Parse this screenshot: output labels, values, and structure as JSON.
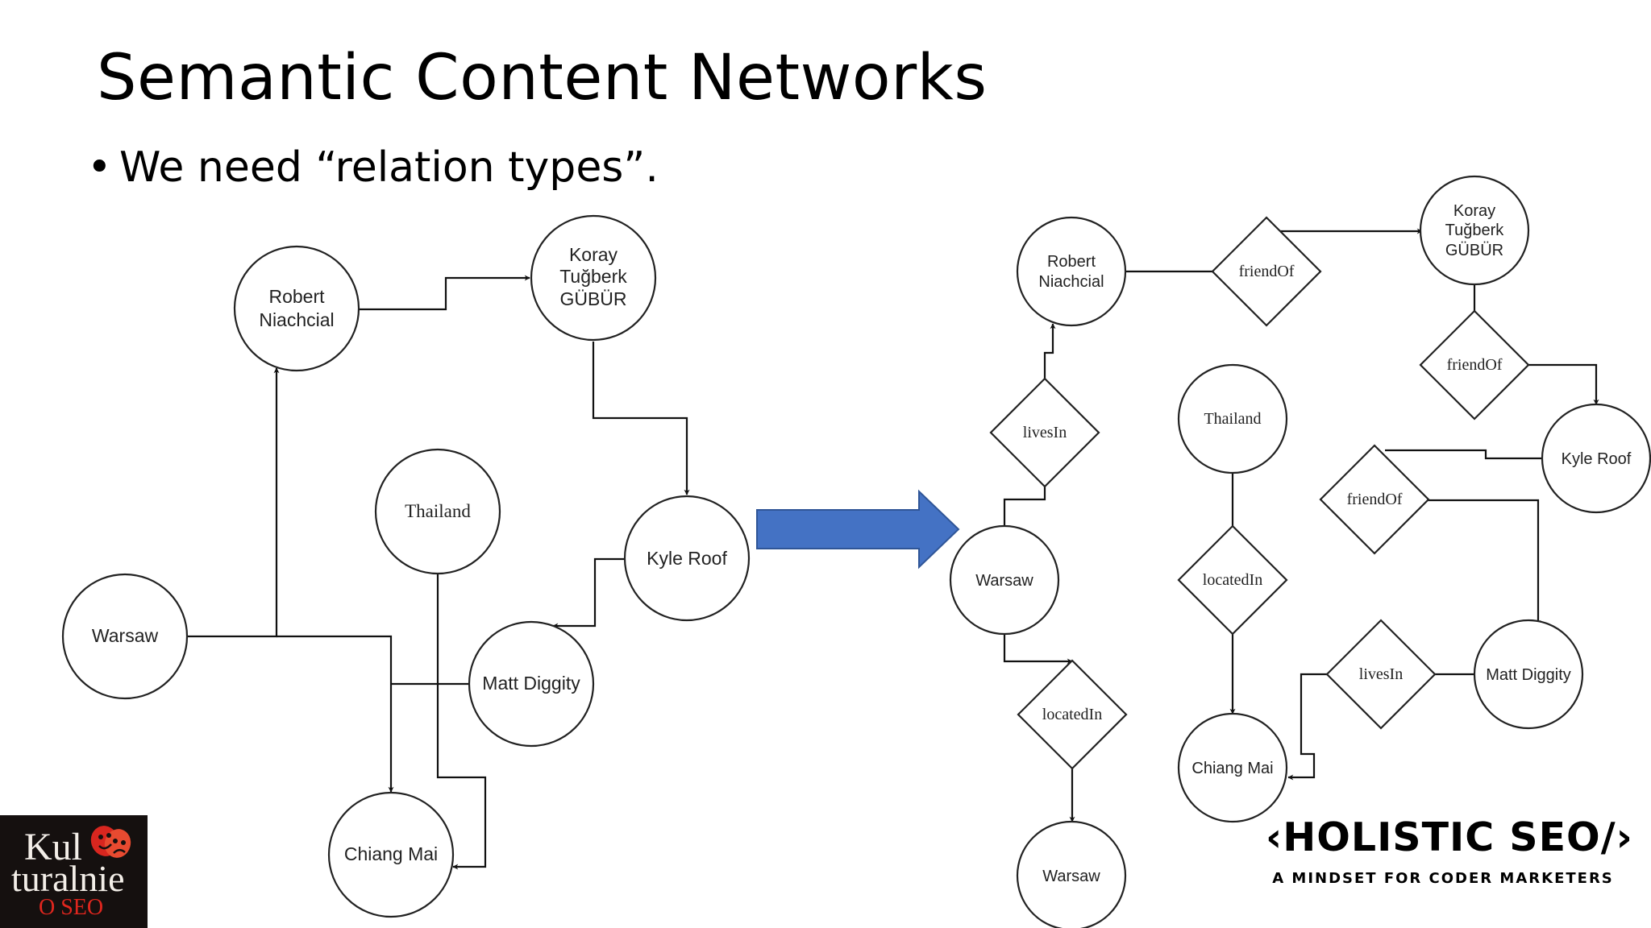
{
  "slide": {
    "title": "Semantic Content Networks",
    "bullet": "We need “relation types”."
  },
  "left_graph": {
    "nodes": [
      {
        "id": "robert",
        "lines": [
          "Robert",
          "Niachcial"
        ]
      },
      {
        "id": "koray",
        "lines": [
          "Koray",
          "Tuğberk",
          "GÜBÜR"
        ]
      },
      {
        "id": "kyle",
        "lines": [
          "Kyle Roof"
        ]
      },
      {
        "id": "thailand",
        "lines": [
          "Thailand"
        ]
      },
      {
        "id": "warsaw",
        "lines": [
          "Warsaw"
        ]
      },
      {
        "id": "matt",
        "lines": [
          "Matt Diggity"
        ]
      },
      {
        "id": "chiangmai",
        "lines": [
          "Chiang Mai"
        ]
      }
    ]
  },
  "transition_arrow": {
    "color": "#4472c4"
  },
  "right_graph": {
    "nodes": [
      {
        "id": "robert",
        "lines": [
          "Robert",
          "Niachcial"
        ]
      },
      {
        "id": "koray",
        "lines": [
          "Koray",
          "Tuğberk",
          "GÜBÜR"
        ]
      },
      {
        "id": "thailand",
        "lines": [
          "Thailand"
        ]
      },
      {
        "id": "kyle",
        "lines": [
          "Kyle Roof"
        ]
      },
      {
        "id": "warsaw",
        "lines": [
          "Warsaw"
        ]
      },
      {
        "id": "matt",
        "lines": [
          "Matt Diggity"
        ]
      },
      {
        "id": "chiangmai",
        "lines": [
          "Chiang Mai"
        ]
      },
      {
        "id": "warsaw2",
        "lines": [
          "Warsaw"
        ]
      }
    ],
    "relations": [
      {
        "id": "r_friend1",
        "label": "friendOf"
      },
      {
        "id": "r_friend2",
        "label": "friendOf"
      },
      {
        "id": "r_lives1",
        "label": "livesIn"
      },
      {
        "id": "r_located1",
        "label": "locatedIn"
      },
      {
        "id": "r_friend3",
        "label": "friendOf"
      },
      {
        "id": "r_located2",
        "label": "locatedIn"
      },
      {
        "id": "r_lives2",
        "label": "livesIn"
      }
    ]
  },
  "logos": {
    "left": {
      "line1": "Kul",
      "line2": "turalnie",
      "line3": "O SEO"
    },
    "right": {
      "brand": "‹HOLISTIC SEO/›",
      "tagline": "A MINDSET FOR CODER MARKETERS"
    }
  }
}
